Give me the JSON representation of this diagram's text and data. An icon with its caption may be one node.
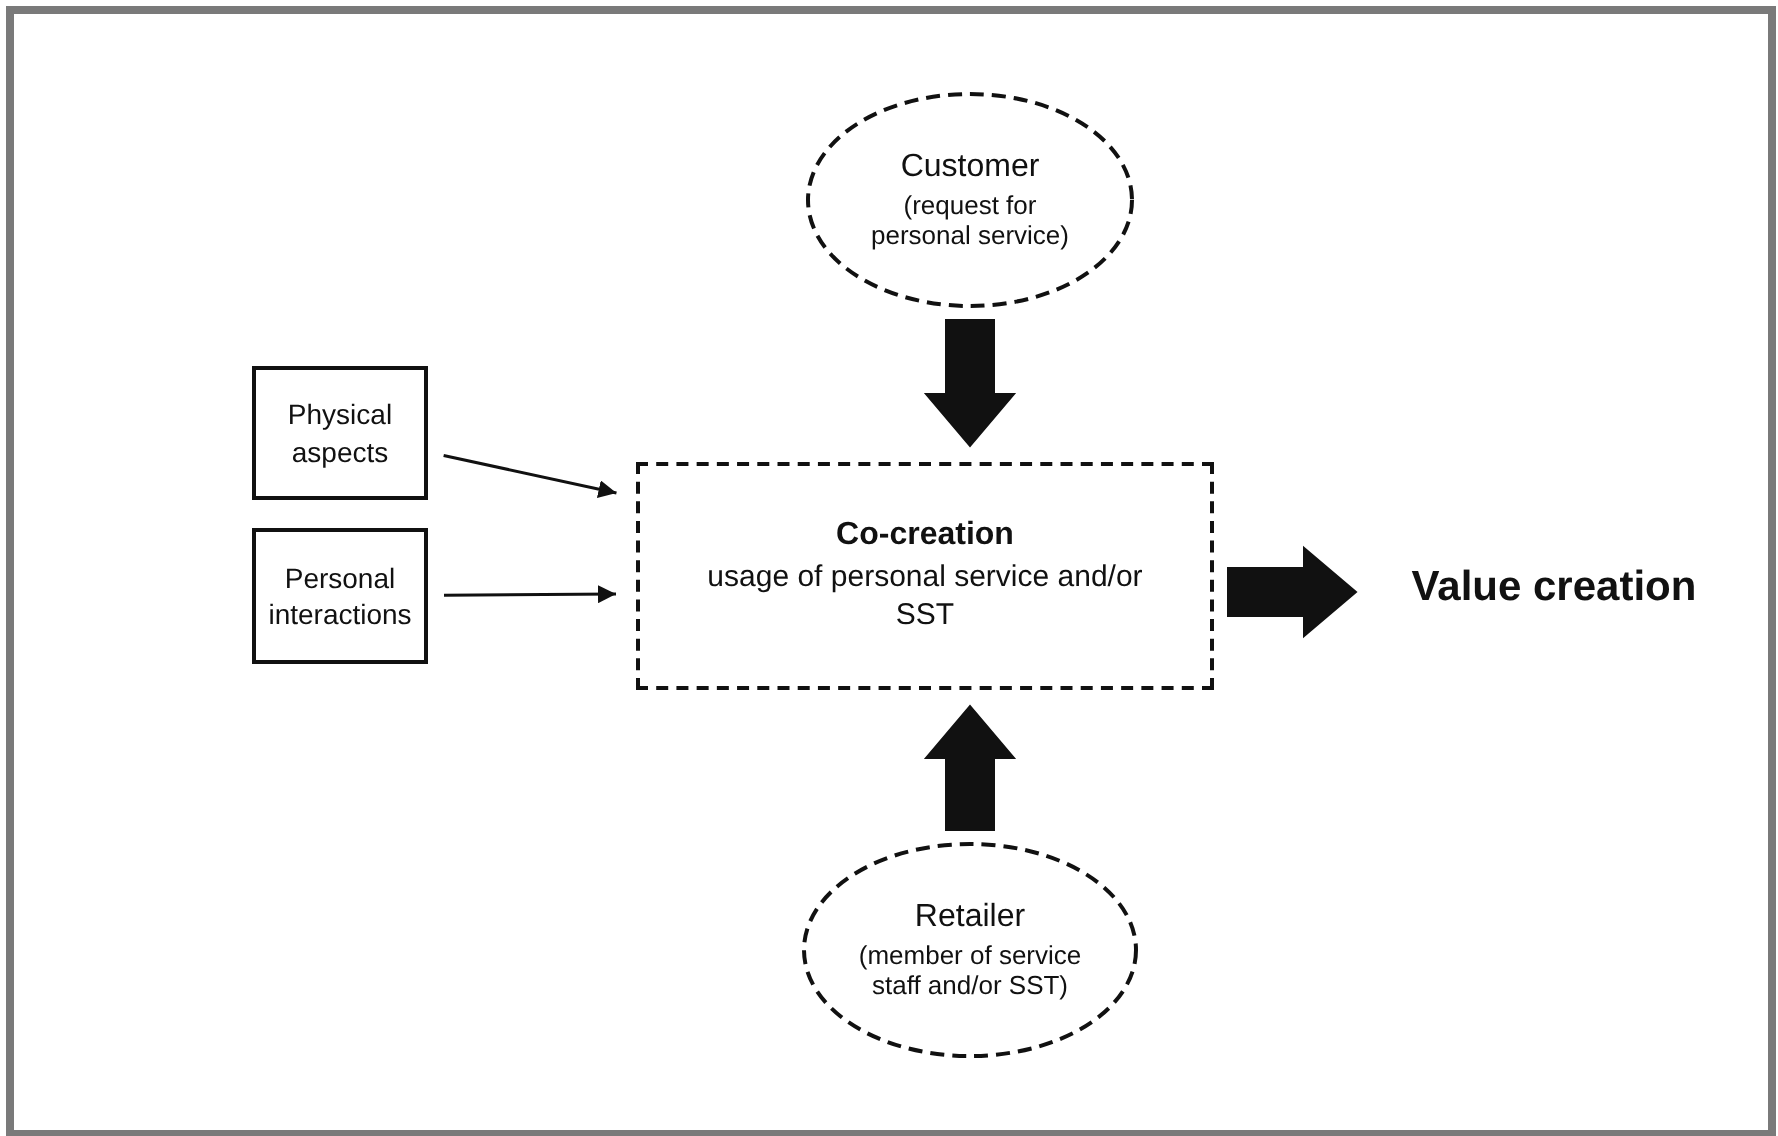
{
  "diagram": {
    "nodes": [
      {
        "text": [
          "Customer",
          "(request for personal service)"
        ]
      },
      {
        "text": [
          "Physical aspects"
        ]
      },
      {
        "text": [
          "Personal interactions"
        ]
      },
      {
        "text": [
          "Co-creation",
          "usage of personal service and/or SST"
        ]
      },
      {
        "text": [
          "Value creation"
        ]
      },
      {
        "text": [
          "Retailer",
          "(member of service staff and/or SST)"
        ]
      }
    ],
    "edges": [
      {
        "from": 0,
        "to": 3,
        "arrow": "to",
        "style": "thick"
      },
      {
        "from": 1,
        "to": 3,
        "arrow": "to"
      },
      {
        "from": 2,
        "to": 3,
        "arrow": "to"
      },
      {
        "from": 3,
        "to": 4,
        "arrow": "to",
        "style": "thick"
      },
      {
        "from": 5,
        "to": 3,
        "arrow": "to",
        "style": "thick"
      }
    ]
  }
}
